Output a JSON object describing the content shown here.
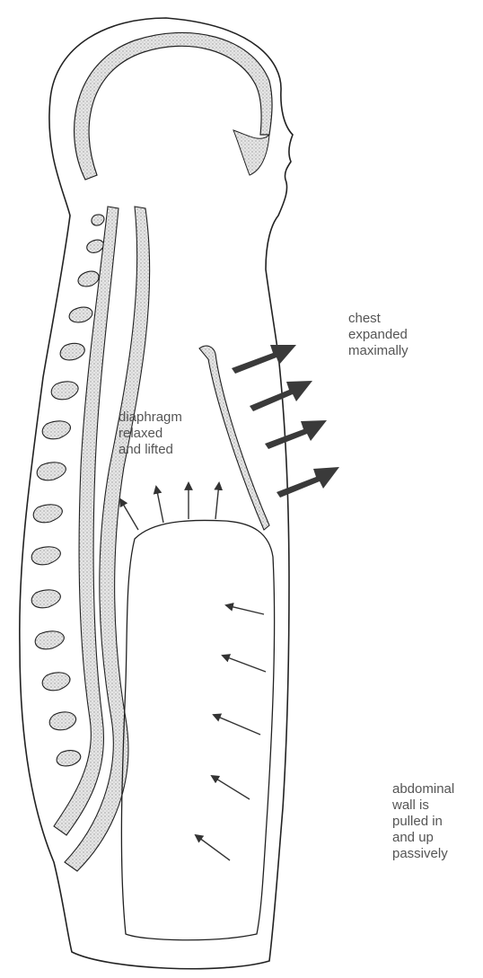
{
  "labels": {
    "chest": [
      "chest",
      "expanded",
      "maximally"
    ],
    "diaphragm": [
      "diaphragm",
      "relaxed",
      "and lifted"
    ],
    "abdomen": [
      "abdominal",
      "wall is",
      "pulled in",
      "and up",
      "passively"
    ]
  },
  "colors": {
    "line": "#222222",
    "stipple": "#cfcfcf",
    "text": "#555555",
    "arrow": "#3a3a3a"
  }
}
